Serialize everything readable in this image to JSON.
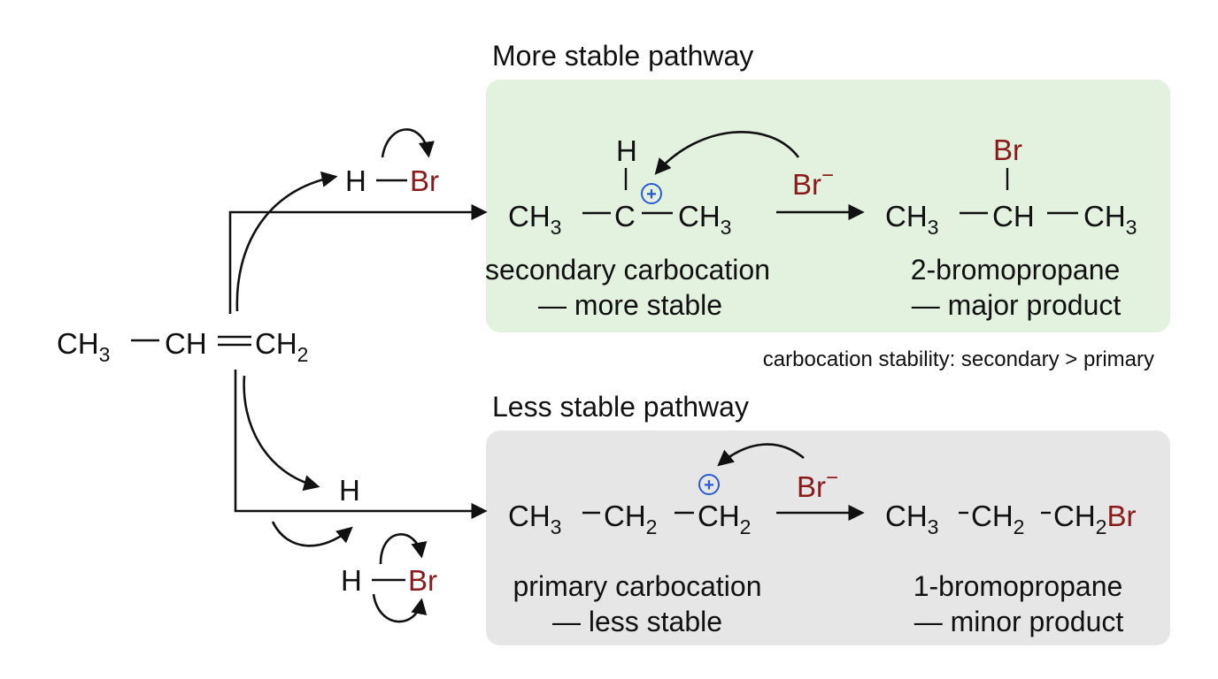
{
  "pathway_top": {
    "title": "More stable pathway",
    "intermediate_label_1": "secondary carbocation",
    "intermediate_label_2": "— more stable",
    "product_label_1": "2-bromopropane",
    "product_label_2": "— major product",
    "box_color": "#e3f1df"
  },
  "pathway_bottom": {
    "title": "Less stable pathway",
    "intermediate_label_1": "primary carbocation",
    "intermediate_label_2": "— less stable",
    "product_label_1": "1-bromopropane",
    "product_label_2": "— minor product",
    "box_color": "#e6e6e6"
  },
  "stability_note": "carbocation stability: secondary > primary",
  "atoms": {
    "ch": "CH",
    "c": "C",
    "h": "H",
    "br": "Br",
    "sub3": "3",
    "sub2": "2",
    "minus": "−",
    "plus": "+"
  },
  "colors": {
    "bromine": "#8b1a1a",
    "cation_charge": "#2a5bd7"
  }
}
